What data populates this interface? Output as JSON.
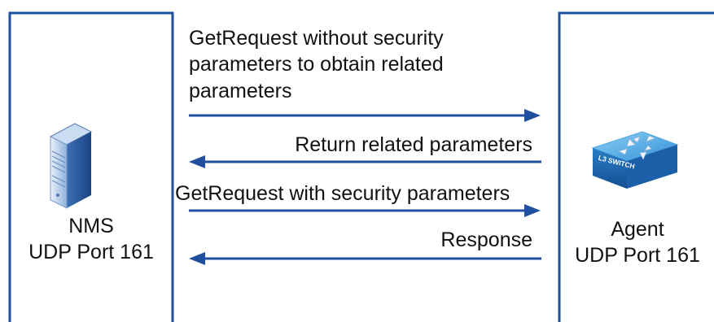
{
  "colors": {
    "frame": "#1f4f9e",
    "arrow": "#1f4f9e",
    "text": "#111111"
  },
  "nms": {
    "name": "NMS",
    "port": "UDP Port 161",
    "icon": "server-icon"
  },
  "agent": {
    "name": "Agent",
    "port": "UDP Port 161",
    "icon": "l3-switch-icon",
    "device_label": "L3 SWITCH"
  },
  "messages": [
    {
      "lines": [
        "GetRequest without security",
        "parameters to obtain related",
        "parameters"
      ],
      "direction": "nms-to-agent"
    },
    {
      "lines": [
        "Return related parameters"
      ],
      "direction": "agent-to-nms"
    },
    {
      "lines": [
        "GetRequest with security parameters"
      ],
      "direction": "nms-to-agent"
    },
    {
      "lines": [
        "Response"
      ],
      "direction": "agent-to-nms"
    }
  ]
}
